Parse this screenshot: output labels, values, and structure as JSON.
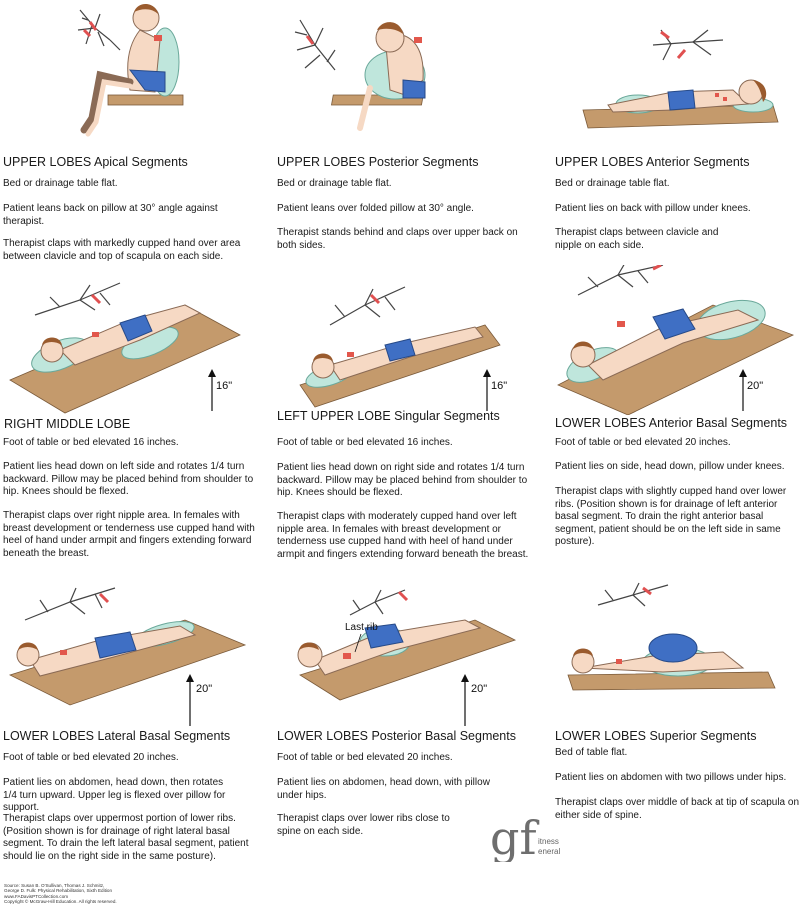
{
  "panels": [
    {
      "title": "UPPER LOBES Apical Segments",
      "paragraphs": [
        "Bed or drainage table flat.",
        "Patient leans back on pillow at 30° angle against therapist.",
        "Therapist claps with markedly cupped hand over area between clavicle and top of scapula on each side."
      ]
    },
    {
      "title": "UPPER LOBES Posterior Segments",
      "paragraphs": [
        "Bed or drainage table flat.",
        "Patient leans over folded pillow at 30° angle.",
        "Therapist stands behind and claps over upper back on both sides."
      ]
    },
    {
      "title": "UPPER LOBES Anterior Segments",
      "paragraphs": [
        "Bed or drainage table flat.",
        "Patient lies on back with pillow under knees.",
        "Therapist claps between clavicle and nipple on each side."
      ]
    },
    {
      "title": "RIGHT MIDDLE LOBE",
      "elevation": "16\"",
      "paragraphs": [
        "Foot of table or bed elevated 16 inches.",
        "Patient lies head down on left side and rotates 1/4 turn backward. Pillow may be placed behind from shoulder to hip. Knees should be flexed.",
        "Therapist claps over right nipple area. In females with breast development or tenderness use cupped hand with heel of hand under armpit and fingers extending forward beneath the breast."
      ]
    },
    {
      "title": "LEFT UPPER LOBE Singular Segments",
      "elevation": "16\"",
      "paragraphs": [
        "Foot of table or bed elevated 16 inches.",
        "Patient lies head down on right side and rotates 1/4 turn backward. Pillow may be placed behind from shoulder to hip. Knees should be flexed.",
        "Therapist claps with moderately cupped hand over left nipple area. In females with breast development or tenderness use cupped hand with heel of hand under armpit and fingers extending forward beneath the breast."
      ]
    },
    {
      "title": "LOWER LOBES  Anterior Basal Segments",
      "elevation": "20\"",
      "paragraphs": [
        "Foot of table or bed elevated 20 inches.",
        "Patient lies on side, head down, pillow under knees.",
        "Therapist claps with slightly cupped hand over lower ribs. (Position shown is for drainage of left anterior basal segment. To drain the right anterior basal segment, patient should be on the left side in same posture)."
      ]
    },
    {
      "title": "LOWER LOBES Lateral Basal Segments",
      "elevation": "20\"",
      "paragraphs": [
        "Foot of table or bed elevated 20 inches.",
        "Patient lies on abdomen, head down, then rotates 1/4 turn upward. Upper leg is flexed over pillow for support.",
        "Therapist claps over uppermost portion of lower ribs. (Position shown is for drainage of right lateral basal segment. To drain the left lateral basal segment, patient should lie on the right side in the same posture)."
      ]
    },
    {
      "title": "LOWER LOBES Posterior Basal Segments",
      "elevation": "20\"",
      "annotation": "Last rib",
      "paragraphs": [
        "Foot of table or bed elevated 20 inches.",
        "Patient lies on abdomen, head down, with pillow under hips.",
        "Therapist claps over lower ribs close to spine on each side."
      ]
    },
    {
      "title": "LOWER LOBES Superior Segments",
      "paragraphs": [
        "Bed of table flat.",
        "Patient lies on abdomen with two pillows under hips.",
        "Therapist claps over middle of back at tip of scapula on either side of spine."
      ]
    }
  ],
  "source_lines": [
    "Source: Susan B. O'Sullivan, Thomas J. Schmitz,",
    "George D. Fulk: Physical Rehabilitation, Sixth Edition",
    "www.FADavisPTCollection.com",
    "Copyright © McGraw-Hill Education. All rights reserved."
  ],
  "logo": {
    "mark": "gf",
    "word1": "itness",
    "word2": "eneral"
  },
  "colors": {
    "skin": "#f6d9c4",
    "shorts": "#3f6fc4",
    "pillow": "#bfe6dc",
    "table": "#c49a6c",
    "lung": "#e05050",
    "clap": "#e2574c"
  }
}
